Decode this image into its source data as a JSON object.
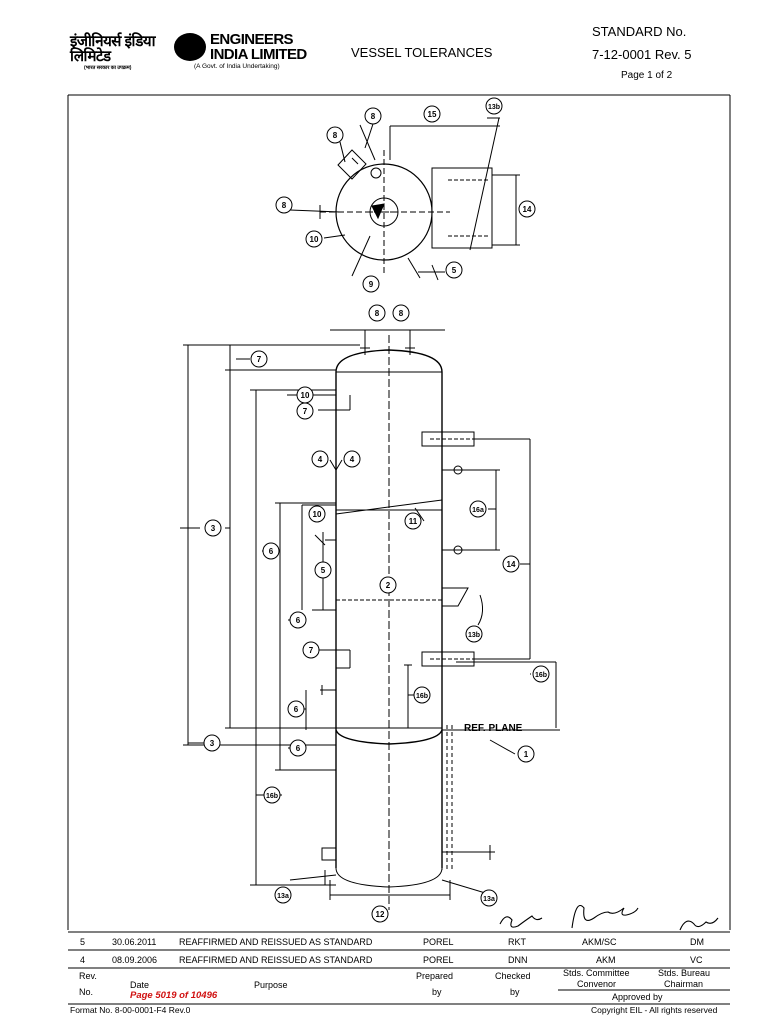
{
  "header": {
    "logo_hindi": "इंजीनियर्स इंडिया लिमिटेड",
    "logo_line1": "ENGINEERS",
    "logo_line2": "INDIA LIMITED",
    "logo_sub": "(A Govt. of India Undertaking)",
    "logo_sub_hindi": "(भारत सरकार का उपक्रम)",
    "title": "VESSEL TOLERANCES",
    "standard_label": "STANDARD No.",
    "standard_number": "7-12-0001  Rev. 5",
    "page": "Page 1 of 2"
  },
  "drawing": {
    "ref_plane_label": "REF.  PLANE",
    "balloons": {
      "b1": "1",
      "b2": "2",
      "b3": "3",
      "b4": "4",
      "b5": "5",
      "b6": "6",
      "b7": "7",
      "b8": "8",
      "b9": "9",
      "b10": "10",
      "b11": "11",
      "b12": "12",
      "b13a": "13a",
      "b13b": "13b",
      "b14": "14",
      "b15": "15",
      "b16a": "16a",
      "b16b": "16b"
    }
  },
  "revision_table": {
    "rows": [
      {
        "rev": "5",
        "date": "30.06.2011",
        "purpose": "REAFFIRMED AND REISSUED AS STANDARD",
        "prepared": "POREL",
        "checked": "RKT",
        "convenor": "AKM/SC",
        "chairman": "DM"
      },
      {
        "rev": "4",
        "date": "08.09.2006",
        "purpose": "REAFFIRMED AND REISSUED AS STANDARD",
        "prepared": "POREL",
        "checked": "DNN",
        "convenor": "AKM",
        "chairman": "VC"
      }
    ],
    "headers": {
      "rev": "Rev.",
      "no": "No.",
      "date": "Date",
      "purpose": "Purpose",
      "prepared": "Prepared",
      "prepared_by": "by",
      "checked": "Checked",
      "checked_by": "by",
      "convenor_1": "Stds. Committee",
      "convenor_2": "Convenor",
      "chairman_1": "Stds. Bureau",
      "chairman_2": "Chairman",
      "approved_by": "Approved by"
    },
    "page_stamp": "Page 5019 of 10496"
  },
  "footer": {
    "format_no": "Format No. 8-00-0001-F4 Rev.0",
    "copyright": "Copyright EIL - All rights reserved"
  }
}
